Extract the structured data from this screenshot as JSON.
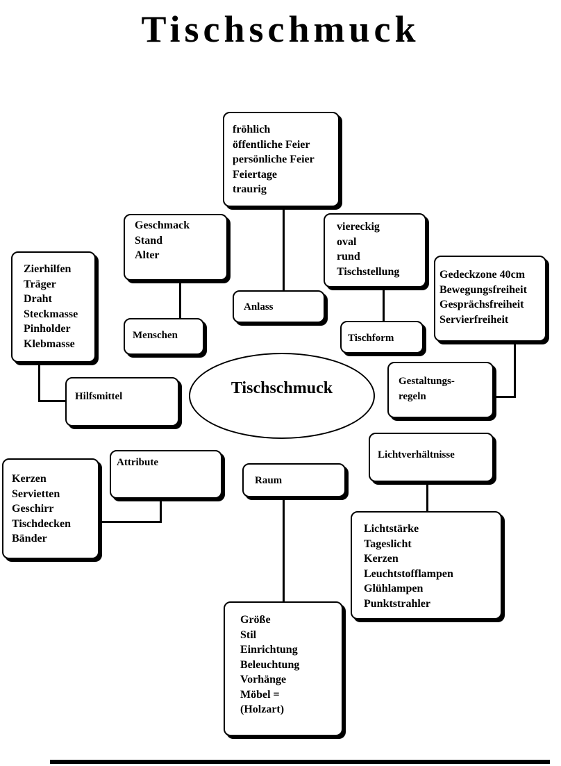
{
  "title": "Tischschmuck",
  "center": "Tischschmuck",
  "nodes": {
    "anlass": {
      "label": "Anlass",
      "items": [
        "fröhlich",
        "öffentliche Feier",
        "persönliche Feier",
        "Feiertage",
        "traurig"
      ]
    },
    "menschen": {
      "label": "Menschen",
      "items": [
        "Geschmack",
        "Stand",
        "Alter"
      ]
    },
    "tischform": {
      "label": "Tischform",
      "items": [
        "viereckig",
        "oval",
        "rund",
        "Tischstellung"
      ]
    },
    "hilfsmittel": {
      "label": "Hilfsmittel",
      "items": [
        "Zierhilfen",
        "Träger",
        "Draht",
        "Steckmasse",
        "Pinholder",
        "Klebmasse"
      ]
    },
    "gestaltungsregeln": {
      "label": "Gestaltungs-\nregeln",
      "items": [
        "Gedeckzone 40cm",
        "Bewegungsfreiheit",
        "Gesprächsfreiheit",
        "Servierfreiheit"
      ]
    },
    "attribute": {
      "label": "Attribute",
      "items": [
        "Kerzen",
        "Servietten",
        "Geschirr",
        "Tischdecken",
        "Bänder"
      ]
    },
    "raum": {
      "label": "Raum",
      "items": [
        "Größe",
        "Stil",
        "Einrichtung",
        "Beleuchtung",
        "Vorhänge",
        "Möbel =",
        "(Holzart)"
      ]
    },
    "lichtverhaeltnisse": {
      "label": "Lichtverhältnisse",
      "items": [
        "Lichtstärke",
        "Tageslicht",
        "Kerzen",
        "Leuchtstofflampen",
        "Glühlampen",
        "Punktstrahler"
      ]
    }
  }
}
